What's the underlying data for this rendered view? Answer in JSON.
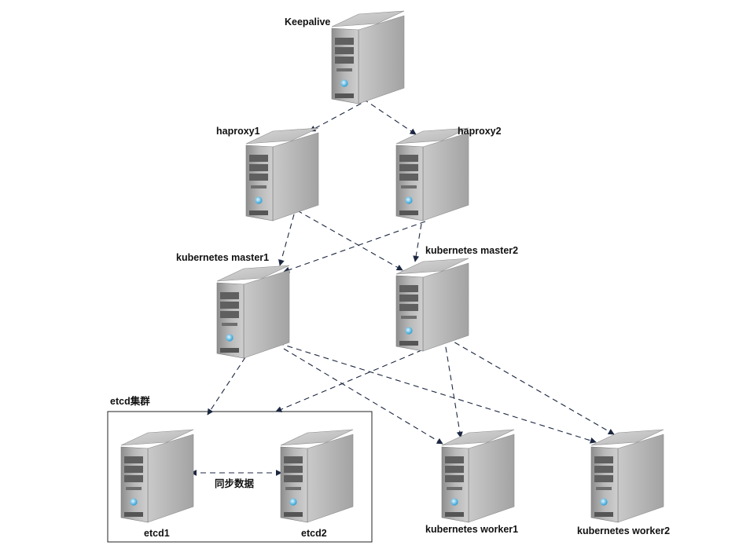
{
  "diagram": {
    "nodes": [
      {
        "id": "keepalive",
        "label": "Keepalive"
      },
      {
        "id": "haproxy1",
        "label": "haproxy1"
      },
      {
        "id": "haproxy2",
        "label": "haproxy2"
      },
      {
        "id": "master1",
        "label": "kubernetes master1"
      },
      {
        "id": "master2",
        "label": "kubernetes master2"
      },
      {
        "id": "etcd1",
        "label": "etcd1"
      },
      {
        "id": "etcd2",
        "label": "etcd2"
      },
      {
        "id": "worker1",
        "label": "kubernetes worker1"
      },
      {
        "id": "worker2",
        "label": "kubernetes worker2"
      }
    ],
    "group": {
      "label": "etcd集群",
      "members": [
        "etcd1",
        "etcd2"
      ]
    },
    "sync_label": "同步数据",
    "edges": [
      {
        "from": "keepalive",
        "to": "haproxy1"
      },
      {
        "from": "keepalive",
        "to": "haproxy2"
      },
      {
        "from": "haproxy1",
        "to": "master1"
      },
      {
        "from": "haproxy1",
        "to": "master2"
      },
      {
        "from": "haproxy2",
        "to": "master1"
      },
      {
        "from": "haproxy2",
        "to": "master2"
      },
      {
        "from": "master1",
        "to": "etcd-cluster"
      },
      {
        "from": "master1",
        "to": "worker1"
      },
      {
        "from": "master1",
        "to": "worker2"
      },
      {
        "from": "master2",
        "to": "etcd-cluster"
      },
      {
        "from": "master2",
        "to": "worker1"
      },
      {
        "from": "master2",
        "to": "worker2"
      },
      {
        "from": "etcd1",
        "to": "etcd2",
        "bidirectional": true
      }
    ]
  }
}
